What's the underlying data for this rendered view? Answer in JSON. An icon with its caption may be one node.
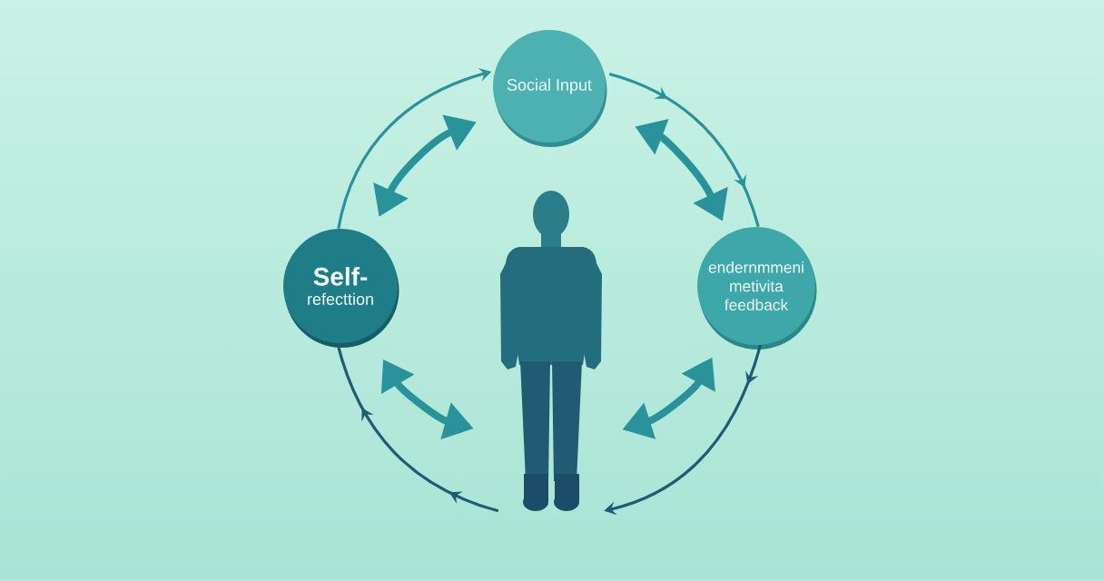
{
  "diagram": {
    "nodes": [
      {
        "text": [
          "Social Input"
        ]
      },
      {
        "text": [
          "Self-",
          "refecttion"
        ]
      },
      {
        "text": [
          "endernmmeni metivita feedback"
        ]
      },
      {
        "text": [],
        "shape": "person"
      }
    ],
    "edges": [
      {
        "from": 1,
        "to": 0,
        "arrow": "to"
      },
      {
        "from": 0,
        "to": 2,
        "arrow": "to"
      },
      {
        "from": 2,
        "to": 3,
        "arrow": "to",
        "color": "#1f5b73"
      },
      {
        "from": 3,
        "to": 1,
        "arrow": "to",
        "color": "#1f5b73"
      },
      {
        "from": 1,
        "to": 0,
        "arrow": "both",
        "style": "thick"
      },
      {
        "from": 0,
        "to": 2,
        "arrow": "both",
        "style": "thick"
      },
      {
        "from": 2,
        "to": 3,
        "arrow": "both",
        "style": "thick"
      },
      {
        "from": 1,
        "to": 3,
        "arrow": "both",
        "style": "thick"
      }
    ]
  }
}
